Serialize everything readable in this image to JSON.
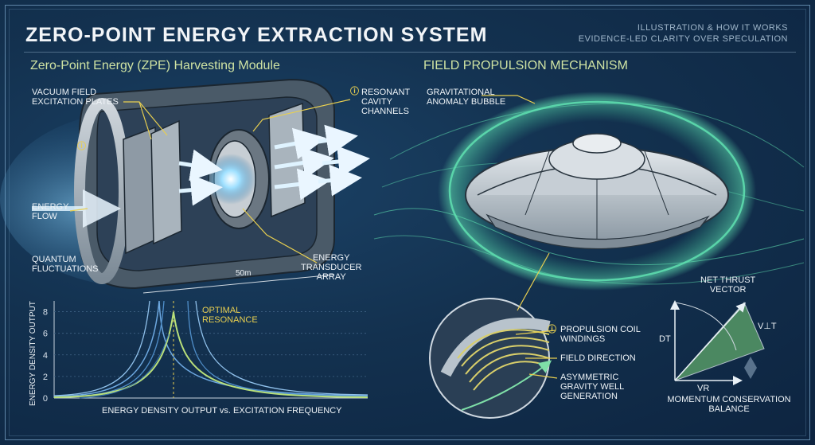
{
  "title": "ZERO-POINT ENERGY EXTRACTION SYSTEM",
  "meta": {
    "line1": "ILLUSTRATION & HOW IT WORKS",
    "line2": "EVIDENCE-LED CLARITY OVER SPECULATION"
  },
  "left_section": {
    "title": "Zero-Point Energy (ZPE) Harvesting Module",
    "labels": {
      "plates_1": "VACUUM FIELD",
      "plates_2": "EXCITATION PLATES",
      "cavity_1": "RESONANT",
      "cavity_2": "CAVITY",
      "cavity_3": "CHANNELS",
      "flow_1": "ENERGY",
      "flow_2": "FLOW",
      "quantum_1": "QUANTUM",
      "quantum_2": "FLUCTUATIONS",
      "transducer_1": "ENERGY",
      "transducer_2": "TRANSDUCER",
      "transducer_3": "ARRAY",
      "dimension": "50m"
    }
  },
  "right_section": {
    "title": "FIELD PROPULSION MECHANISM",
    "labels": {
      "bubble_1": "GRAVITATIONAL",
      "bubble_2": "ANOMALY BUBBLE",
      "coil_1": "PROPULSION COIL",
      "coil_2": "WINDINGS",
      "field_dir": "FIELD DIRECTION",
      "gravity_1": "ASYMMETRIC",
      "gravity_2": "GRAVITY WELL",
      "gravity_3": "GENERATION",
      "thrust_1": "NET THRUST",
      "thrust_2": "VECTOR",
      "vec_dt": "DT",
      "vec_vt": "V⊥T",
      "vec_vr": "VR",
      "momentum_1": "MOMENTUM CONSERVATION",
      "momentum_2": "BALANCE"
    }
  },
  "chart_data": {
    "type": "line",
    "xlabel": "ENERGY DENSITY OUTPUT vs. EXCITATION FREQUENCY",
    "ylabel": "ENERGY DENSITY OUTPUT",
    "ylim": [
      0,
      9
    ],
    "yticks": [
      0,
      2,
      4,
      6,
      8
    ],
    "annotation_1": "OPTIMAL",
    "annotation_2": "RESONANCE",
    "peak_y": 8,
    "grid": true
  },
  "colors": {
    "accent_yellow": "#e8cf50",
    "section_green": "#cfe3a3",
    "field_green": "#5fe0b0",
    "glow_blue": "#7fd0ff",
    "background": "#13314f"
  }
}
